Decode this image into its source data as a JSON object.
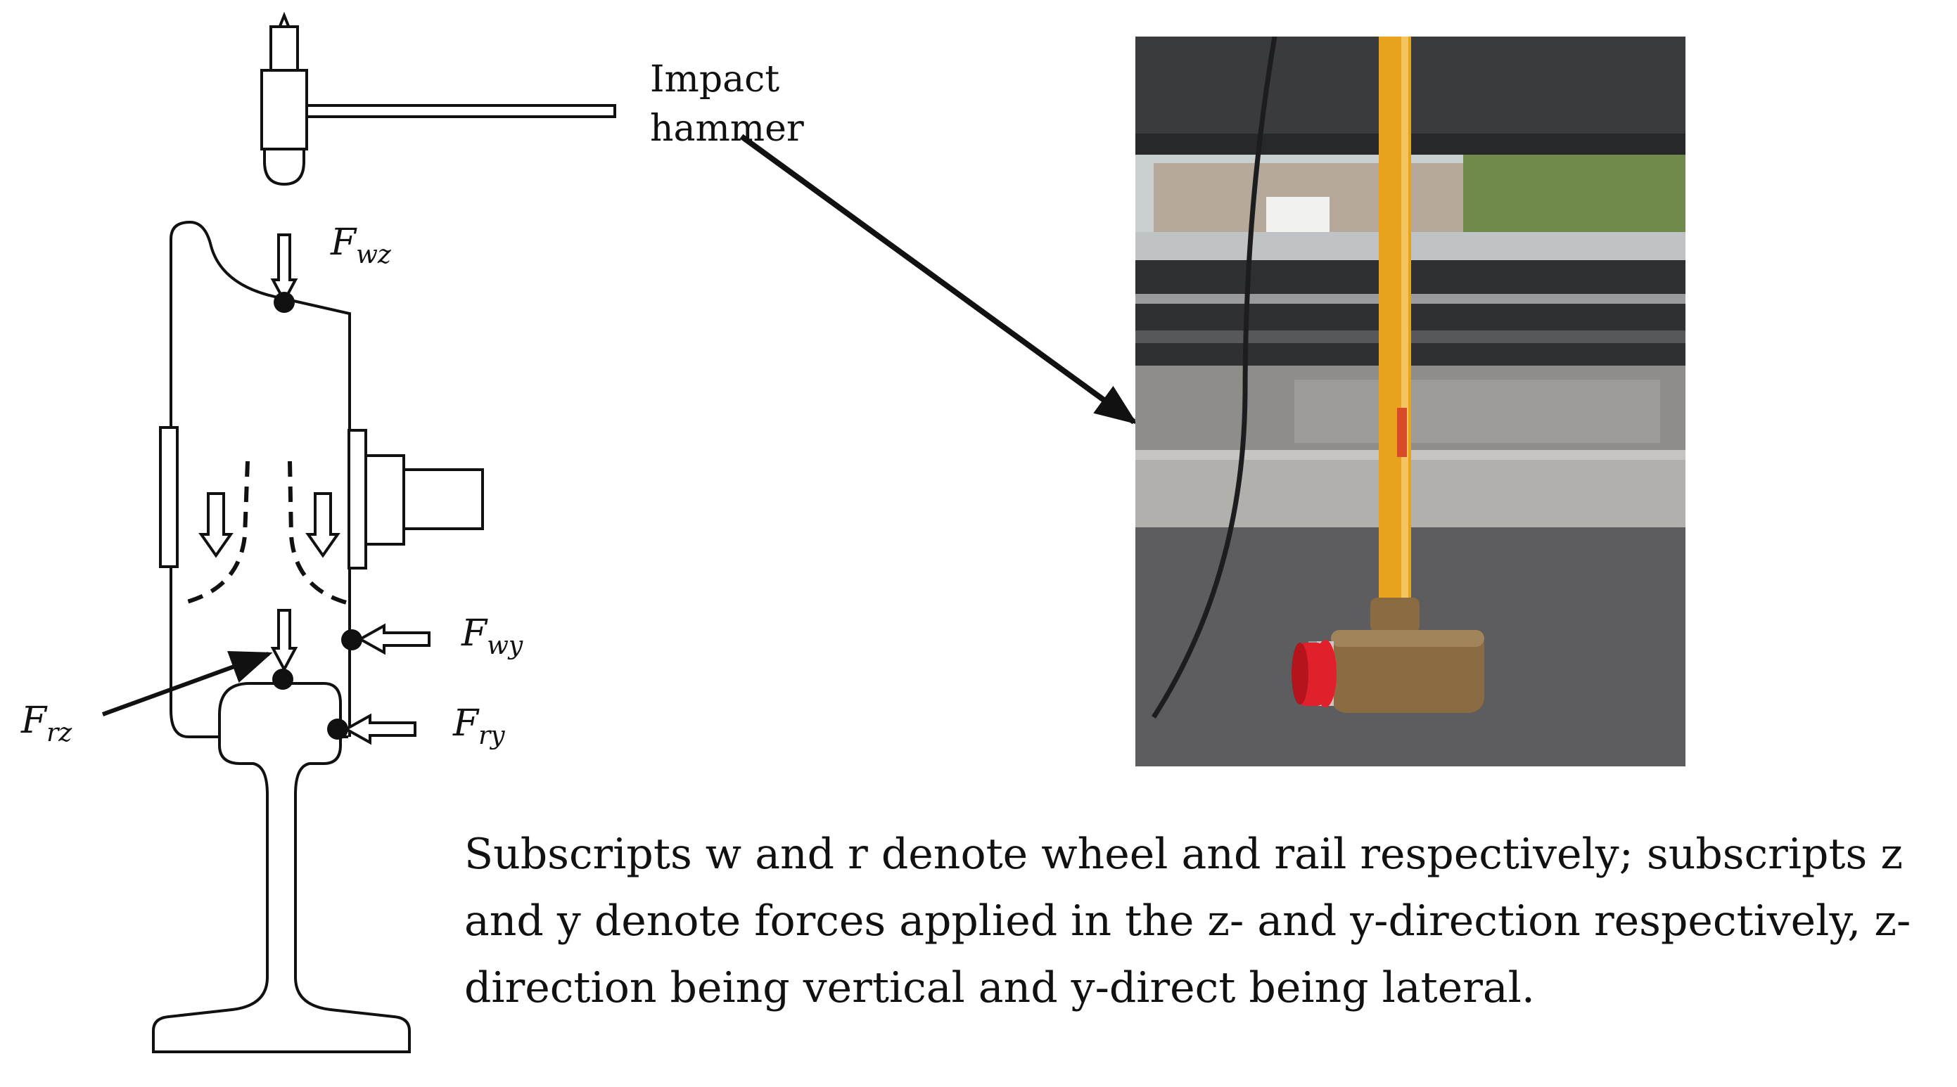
{
  "labels": {
    "hammer_line1": "Impact",
    "hammer_line2": "hammer",
    "forces": [
      {
        "main": "F",
        "sub": "wz"
      },
      {
        "main": "F",
        "sub": "wy"
      },
      {
        "main": "F",
        "sub": "rz"
      },
      {
        "main": "F",
        "sub": "ry"
      }
    ]
  },
  "caption": "Subscripts w and r denote wheel and rail respectively; subscripts z and y denote forces applied in the z- and y-direction respectively, z-direction being vertical and y-direct being lateral.",
  "colors": {
    "hammer_handle": "#e9a21c",
    "hammer_head": "#8a6b42",
    "hammer_cap": "#e0202a",
    "asphalt": "#5d5d5f",
    "concrete": "#a8a6a2",
    "rail": "#2a2a2c",
    "sky": "#d9dde0"
  }
}
